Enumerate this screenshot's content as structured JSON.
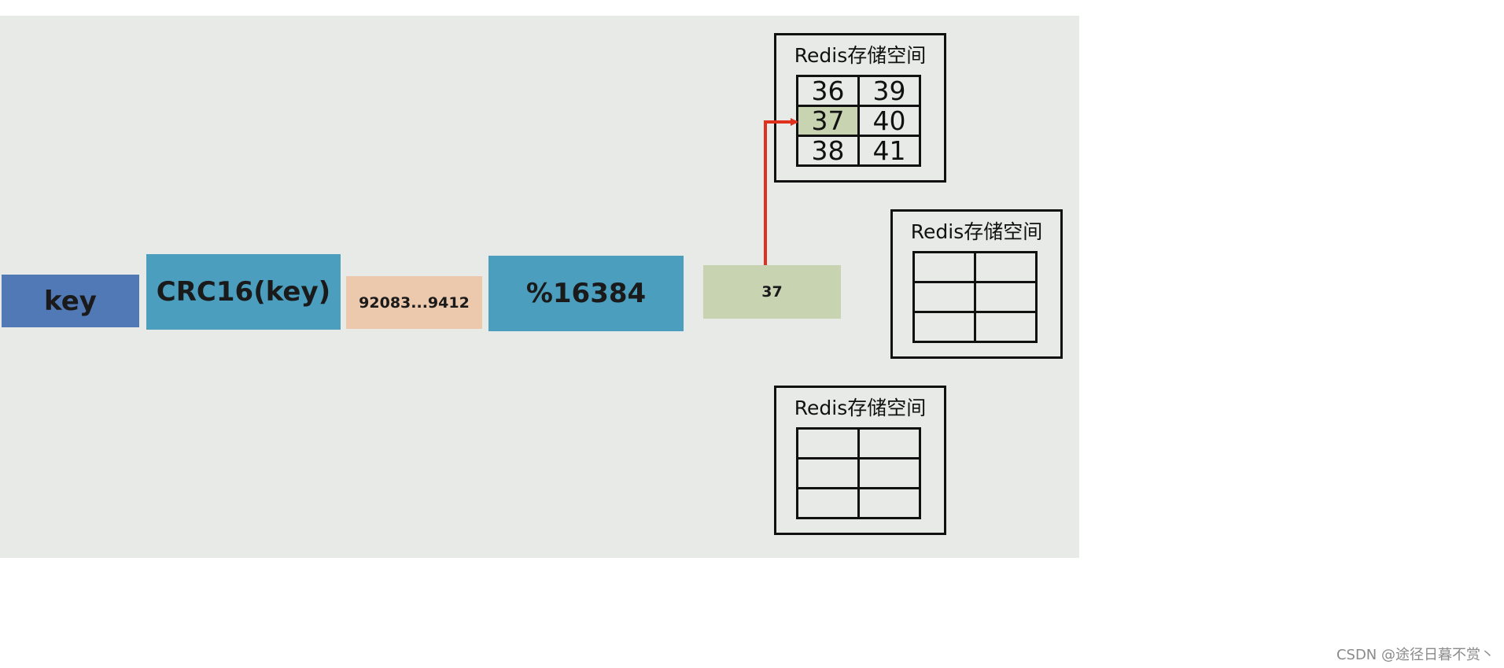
{
  "pipeline": {
    "key": "key",
    "crc": "CRC16(key)",
    "hash": "92083...9412",
    "mod": "%16384",
    "slot": "37"
  },
  "nodes": [
    {
      "title": "Redis存储空间",
      "rows": [
        [
          "36",
          "39"
        ],
        [
          "37",
          "40"
        ],
        [
          "38",
          "41"
        ]
      ],
      "highlight": "37"
    },
    {
      "title": "Redis存储空间",
      "rows": [
        [
          "",
          ""
        ],
        [
          "",
          ""
        ],
        [
          "",
          ""
        ]
      ]
    },
    {
      "title": "Redis存储空间",
      "rows": [
        [
          "",
          ""
        ],
        [
          "",
          ""
        ],
        [
          "",
          ""
        ]
      ]
    }
  ],
  "colors": {
    "key": "#5079b5",
    "crc": "#4b9ebe",
    "hash": "#ecc8ac",
    "mod": "#4b9ebe",
    "slot": "#c8d3b1",
    "arrow": "#e0301e"
  },
  "watermark": "CSDN @途径日暮不赏丶"
}
